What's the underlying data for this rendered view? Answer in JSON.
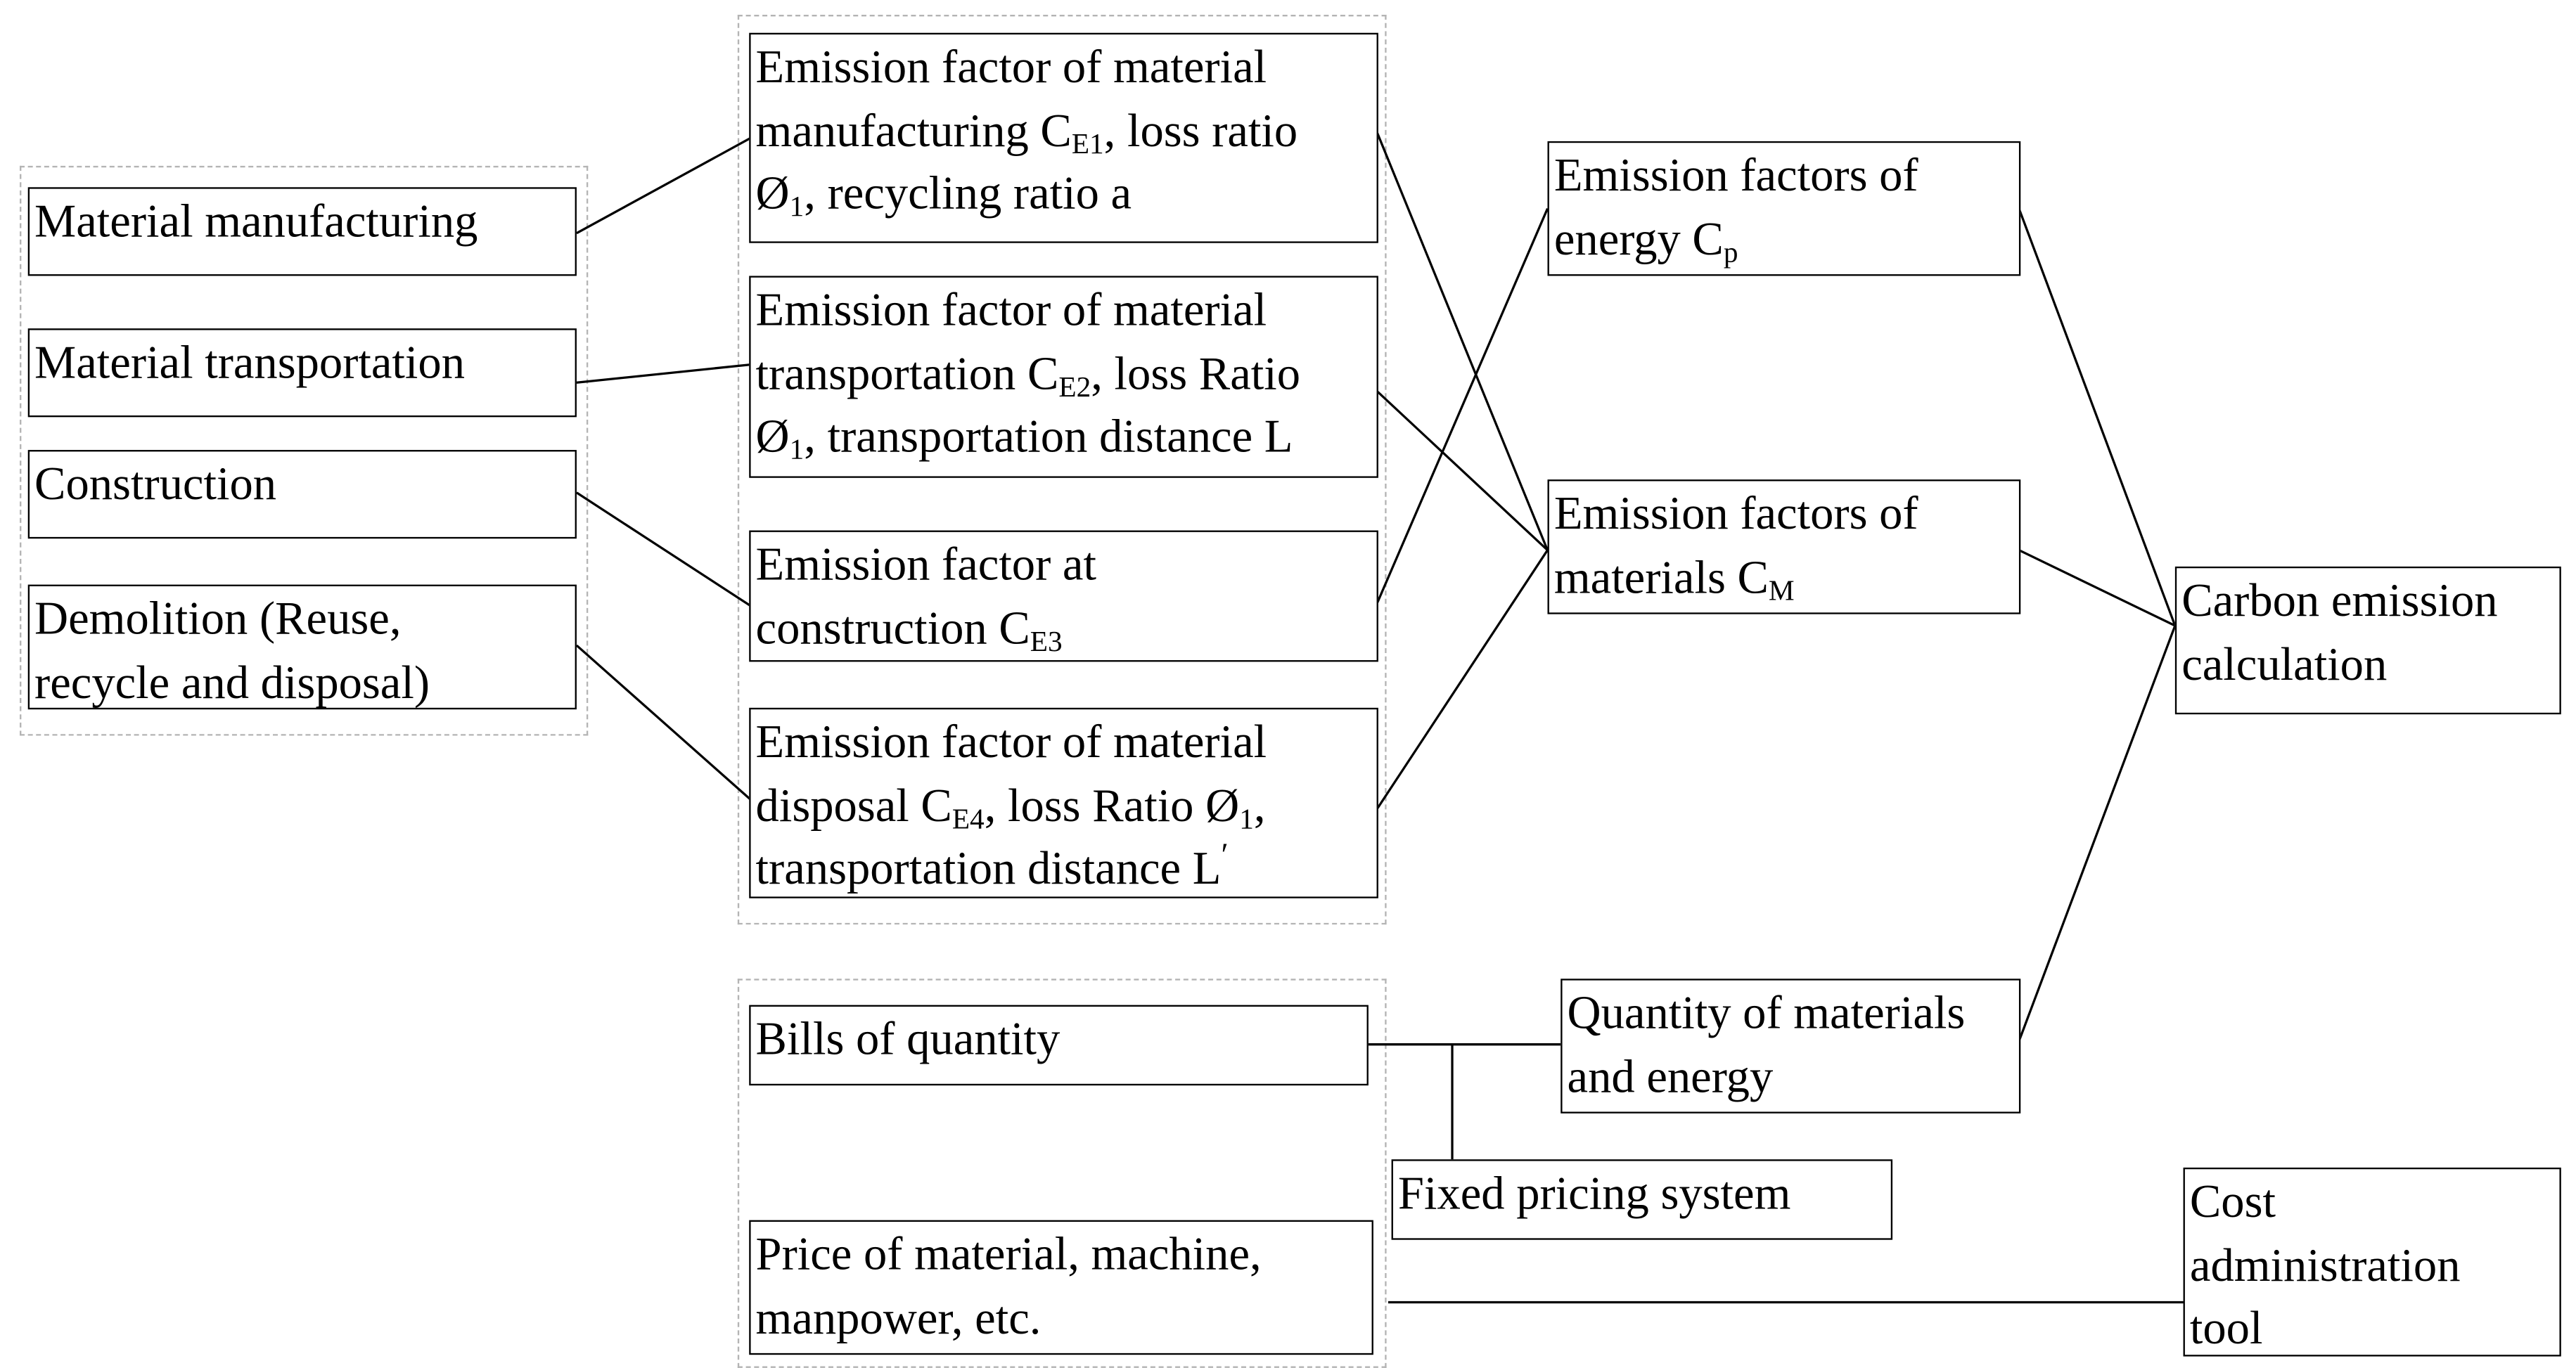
{
  "stages": {
    "material_manufacturing": "Material manufacturing",
    "material_transportation": "Material transportation",
    "construction": "Construction",
    "demolition": [
      "Demolition (Reuse,",
      "recycle and disposal)"
    ]
  },
  "emission_factors": {
    "manufacturing": {
      "line1": "Emission factor of material",
      "line2_pre": "manufacturing C",
      "line2_sub": "E1",
      "line2_post": ", loss ratio",
      "line3_pre": "Ø",
      "line3_sub": "1",
      "line3_post": ", recycling ratio a"
    },
    "transportation": {
      "line1": "Emission factor of material",
      "line2_pre": "transportation C",
      "line2_sub": "E2",
      "line2_post": ", loss Ratio",
      "line3_pre": "Ø",
      "line3_sub": "1",
      "line3_post": ", transportation distance L"
    },
    "construction": {
      "line1": "Emission factor at",
      "line2_pre": "construction C",
      "line2_sub": "E3"
    },
    "disposal": {
      "line1": "Emission factor of material",
      "line2_pre": "disposal C",
      "line2_sub": "E4",
      "line2_mid": ", loss Ratio Ø",
      "line2_sub2": "1",
      "line2_post": ",",
      "line3_pre": "transportation distance L",
      "line3_sup": "′"
    }
  },
  "factors": {
    "energy": {
      "line1": "Emission factors of",
      "line2_pre": "energy C",
      "line2_sub": "p"
    },
    "materials": {
      "line1": "Emission factors of",
      "line2_pre": "materials C",
      "line2_sub": "M"
    }
  },
  "carbon": [
    "Carbon emission",
    "calculation"
  ],
  "quantities": {
    "bills": "Bills of quantity",
    "price": [
      "Price of material, machine,",
      "manpower, etc."
    ],
    "quantity": [
      "Quantity of materials",
      "and energy"
    ],
    "fixed_pricing": "Fixed pricing system"
  },
  "cost_tool": [
    "Cost",
    "administration",
    "tool"
  ]
}
